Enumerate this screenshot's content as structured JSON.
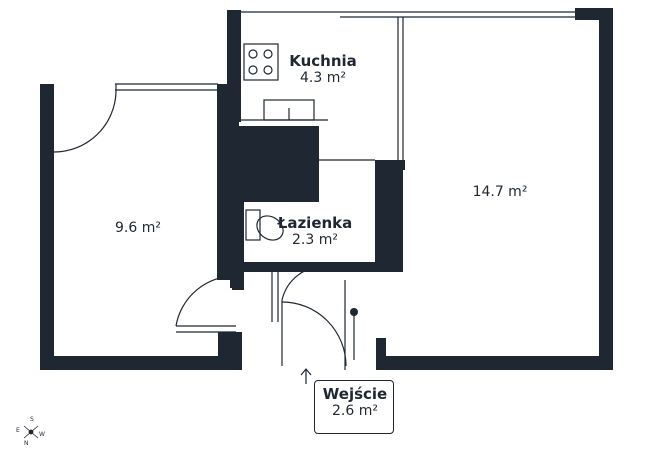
{
  "rooms": {
    "kitchen": {
      "name": "Kuchnia",
      "area": "4.3 m²"
    },
    "left_room": {
      "name": "",
      "area": "9.6 m²"
    },
    "bathroom": {
      "name": "Łazienka",
      "area": "2.3 m²"
    },
    "right_room": {
      "name": "",
      "area": "14.7 m²"
    },
    "entrance": {
      "name": "Wejście",
      "area": "2.6 m²"
    }
  },
  "compass": {
    "s": "S",
    "e": "E",
    "w": "W",
    "n": "N"
  },
  "colors": {
    "wall": "#1f2733",
    "background": "#ffffff",
    "line": "#1f2733"
  },
  "icons": [
    "stove-icon",
    "sink-icon",
    "toilet-icon",
    "compass-icon",
    "entrance-arrow-icon"
  ]
}
